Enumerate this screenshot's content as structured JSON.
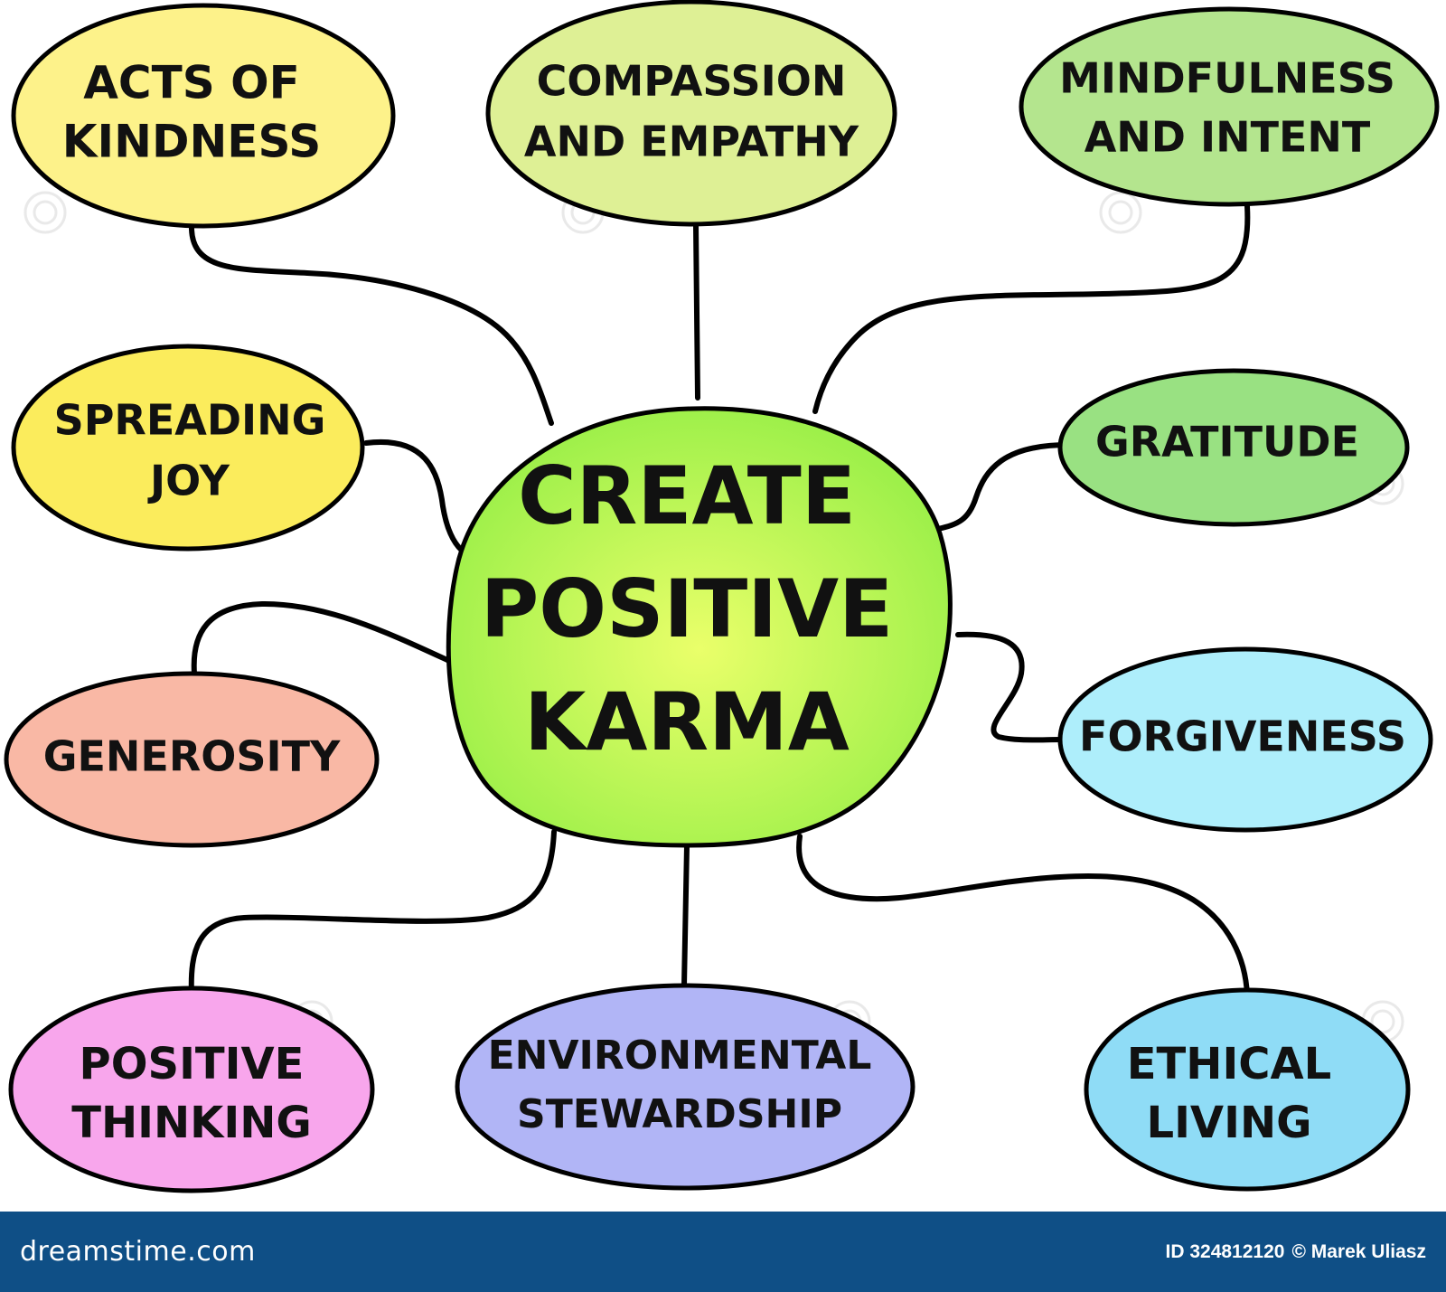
{
  "diagram": {
    "center": {
      "lines": [
        "CREATE",
        "POSITIVE",
        "KARMA"
      ],
      "fill_inner": "#eaff6a",
      "fill_outer": "#9ef04a"
    },
    "nodes": [
      {
        "id": "acts-of-kindness",
        "lines": [
          "ACTS OF",
          "KINDNESS"
        ],
        "fill": "#fdf28a"
      },
      {
        "id": "compassion-and-empathy",
        "lines": [
          "COMPASSION",
          "AND EMPATHY"
        ],
        "fill": "#def095"
      },
      {
        "id": "mindfulness-and-intent",
        "lines": [
          "MINDFULNESS",
          "AND INTENT"
        ],
        "fill": "#b4e58e"
      },
      {
        "id": "spreading-joy",
        "lines": [
          "SPREADING",
          "JOY"
        ],
        "fill": "#fbec5c"
      },
      {
        "id": "gratitude",
        "lines": [
          "GRATITUDE"
        ],
        "fill": "#99e182"
      },
      {
        "id": "generosity",
        "lines": [
          "GENEROSITY"
        ],
        "fill": "#f9b8a5"
      },
      {
        "id": "forgiveness",
        "lines": [
          "FORGIVENESS"
        ],
        "fill": "#aeeefb"
      },
      {
        "id": "positive-thinking",
        "lines": [
          "POSITIVE",
          "THINKING"
        ],
        "fill": "#f8a6ec"
      },
      {
        "id": "environmental-stewardship",
        "lines": [
          "ENVIRONMENTAL",
          "STEWARDSHIP"
        ],
        "fill": "#b1b5f6"
      },
      {
        "id": "ethical-living",
        "lines": [
          "ETHICAL",
          "LIVING"
        ],
        "fill": "#8fdcf6"
      }
    ]
  },
  "footer": {
    "brand": "dreamstime.com",
    "id_text": "ID 324812120",
    "credit": "© Marek Uliasz",
    "background": "#0f4f86"
  }
}
